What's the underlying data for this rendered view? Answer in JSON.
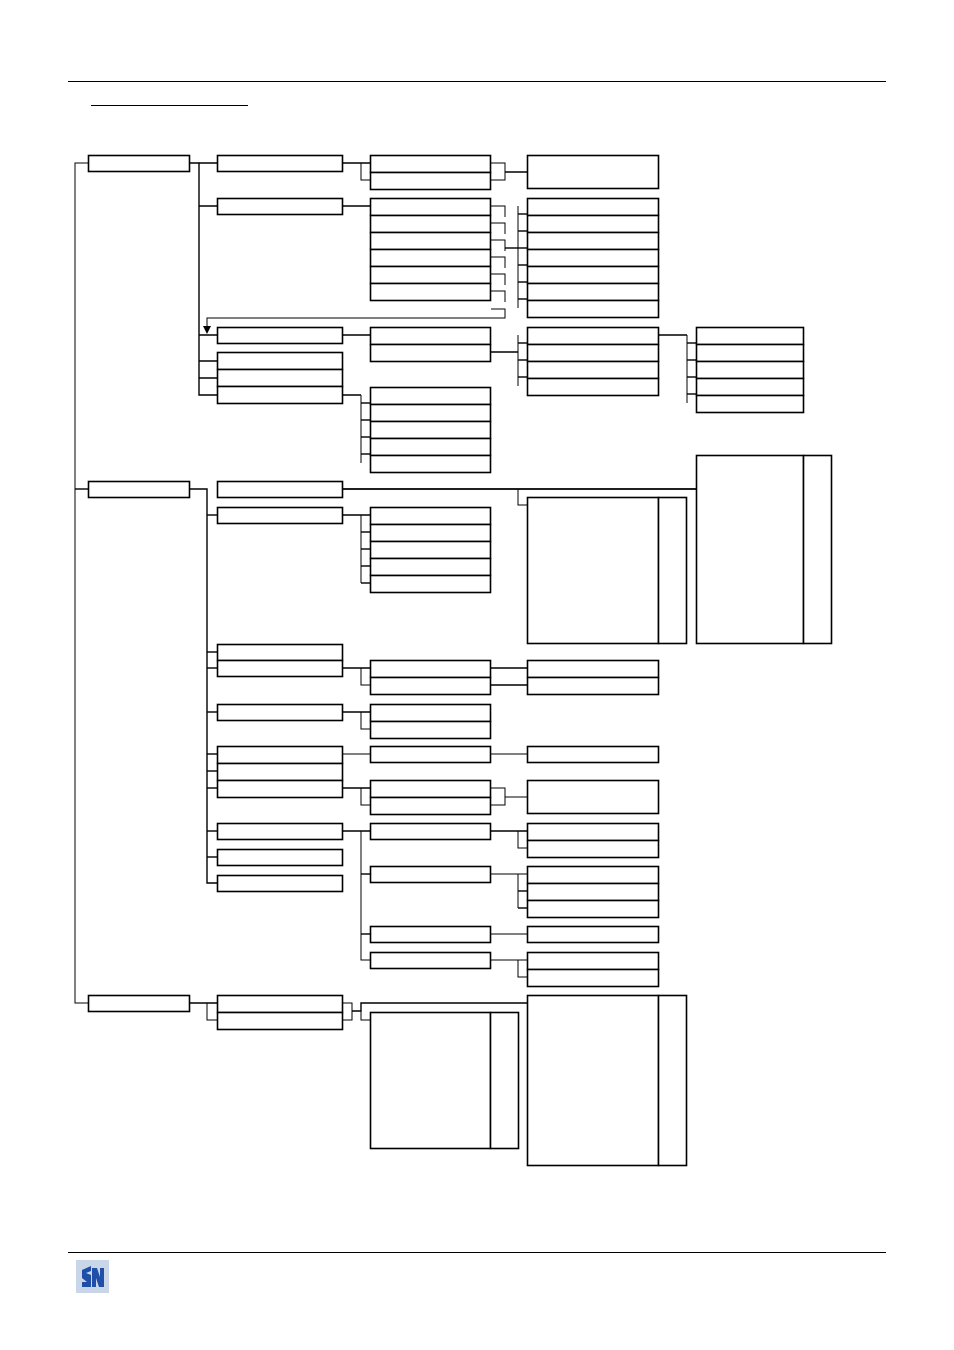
{
  "page": {
    "header_rule": true,
    "footer_rule": true,
    "title": ""
  },
  "logo": {
    "lettering": "SN",
    "colors": {
      "background": "#c9d6e8",
      "mark": "#1f4fa6"
    },
    "icon": "company-logo"
  },
  "diagram": {
    "type": "menu-tree",
    "line_color": "#000000",
    "box_labels": "none visible"
  }
}
